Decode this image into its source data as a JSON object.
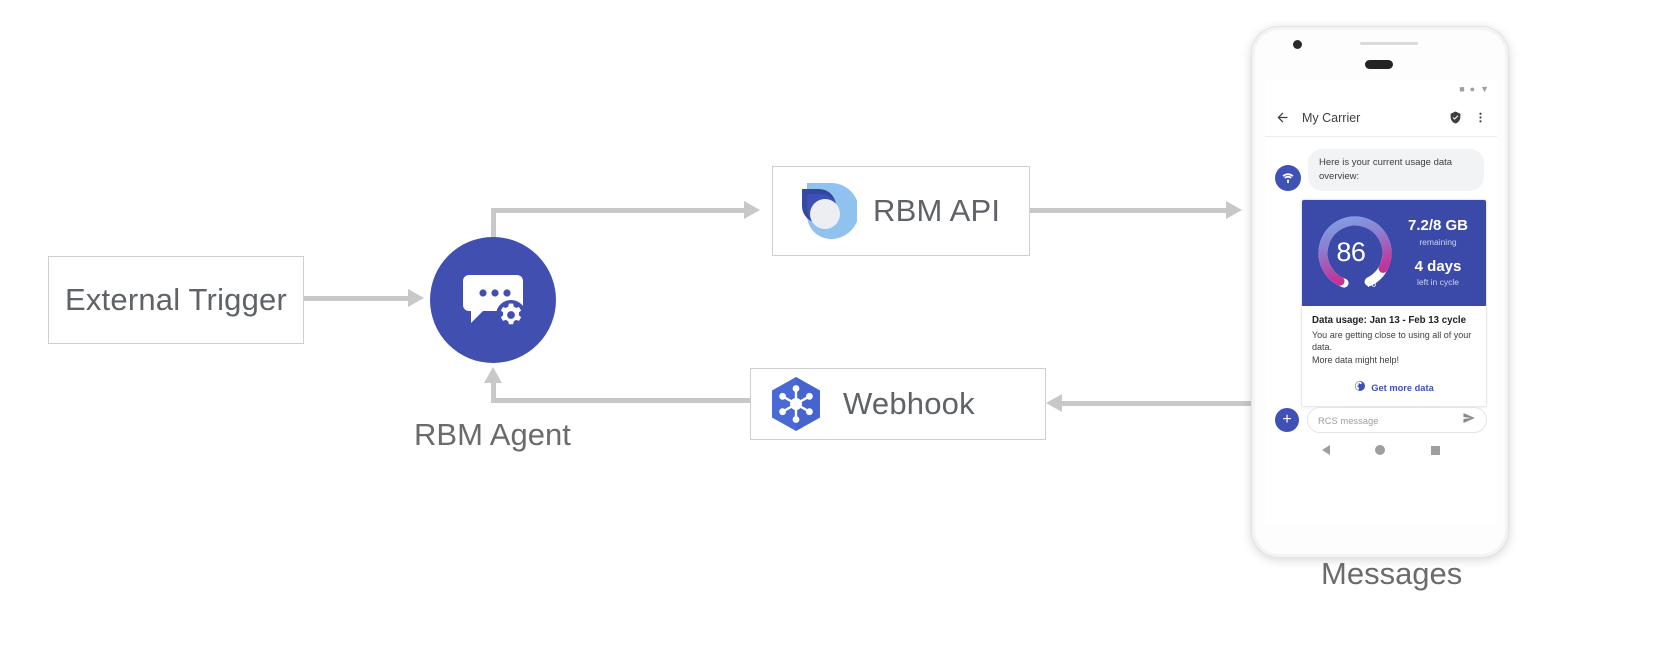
{
  "diagram": {
    "nodes": {
      "external_trigger": {
        "label": "External Trigger"
      },
      "rbm_agent": {
        "label": "RBM Agent",
        "icon": "chat-gear-icon",
        "color": "#4150b0"
      },
      "rbm_api": {
        "label": "RBM API",
        "icon": "rbm-droplet-icon"
      },
      "webhook": {
        "label": "Webhook",
        "icon": "webhook-hexagon-icon",
        "color": "#4a69d4"
      },
      "messages": {
        "label": "Messages"
      }
    },
    "line_color": "#c8c8c8"
  },
  "phone": {
    "status_bar": {
      "icons": [
        "signal-icon",
        "wifi-dot-icon",
        "battery-icon"
      ]
    },
    "app_bar": {
      "back_icon": "back-arrow-icon",
      "title": "My Carrier",
      "verified_icon": "verified-shield-icon",
      "overflow_icon": "more-vert-icon"
    },
    "conversation": {
      "avatar_icon": "carrier-wifi-avatar-icon",
      "bubble_text": "Here is your current usage data overview:"
    },
    "rich_card": {
      "gauge": {
        "percent": "86",
        "percent_symbol": "%",
        "track_color": "#3b4aa8"
      },
      "data_remaining": {
        "value": "7.2/8 GB",
        "sub": "remaining"
      },
      "cycle_remaining": {
        "value": "4 days",
        "sub": "left in cycle"
      },
      "title": "Data usage: Jan 13 - Feb 13 cycle",
      "description_line1": "You are getting close to using all of your data.",
      "description_line2": "More data might help!",
      "action": {
        "icon": "globe-icon",
        "label": "Get more data",
        "color": "#3f51b5"
      }
    },
    "composer": {
      "plus_icon": "plus-icon",
      "placeholder": "RCS message",
      "send_icon": "send-icon"
    },
    "nav_bar": {
      "back": "nav-back-icon",
      "home": "nav-home-icon",
      "recents": "nav-recents-icon"
    }
  }
}
